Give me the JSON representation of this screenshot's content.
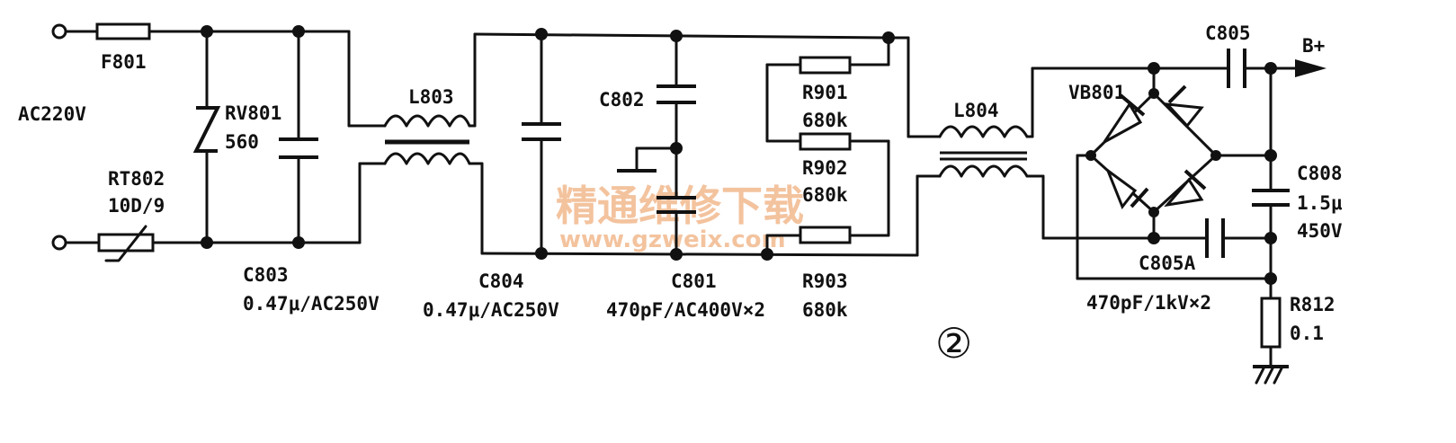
{
  "labels": {
    "ac_input": "AC220V",
    "fuse": "F801",
    "varistor": "RV801",
    "varistor_value": "560",
    "thermistor": "RT802",
    "thermistor_value": "10D/9",
    "cap_c803": "C803",
    "cap_c803_value": "0.47μ/AC250V",
    "choke_l803": "L803",
    "cap_c804": "C804",
    "cap_c804_value": "0.47μ/AC250V",
    "cap_c802": "C802",
    "cap_c801": "C801",
    "cap_c801_value": "470pF/AC400V×2",
    "res_r901": "R901",
    "res_r901_value": "680k",
    "res_r902": "R902",
    "res_r902_value": "680k",
    "res_r903": "R903",
    "res_r903_value": "680k",
    "choke_l804": "L804",
    "bridge": "VB801",
    "cap_c805": "C805",
    "output": "B+",
    "cap_c808": "C808",
    "cap_c808_value": "1.5μ",
    "cap_c808_voltage": "450V",
    "cap_c805a": "C805A",
    "cap_c805_value": "470pF/1kV×2",
    "res_r812": "R812",
    "res_r812_value": "0.1",
    "figure_number": "②"
  },
  "watermark": {
    "text": "精通维修下载",
    "url": "www.gzweix.com",
    "color": "#f2b98e"
  }
}
